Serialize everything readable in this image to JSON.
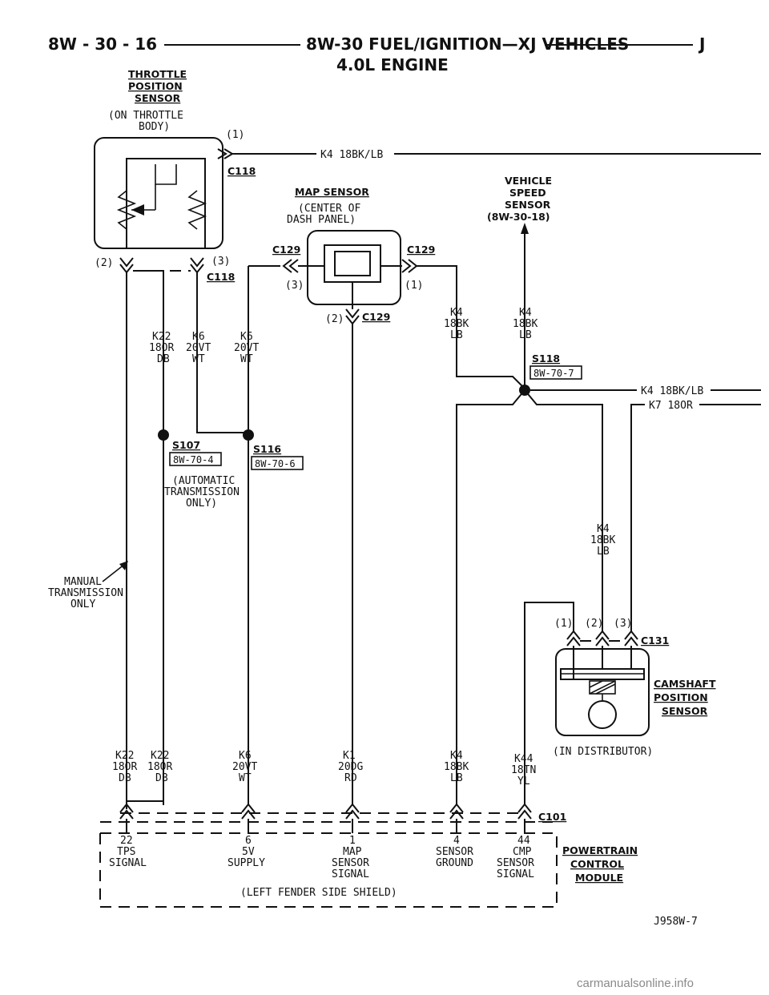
{
  "header": {
    "page_code": "8W - 30 - 16",
    "title": "8W-30 FUEL/IGNITION—XJ VEHICLES",
    "subtitle": "4.0L ENGINE",
    "letter": "J"
  },
  "components": {
    "tps": {
      "name": [
        "THROTTLE",
        "POSITION",
        "SENSOR"
      ],
      "note": [
        "(ON THROTTLE",
        "BODY)"
      ]
    },
    "map": {
      "name": "MAP SENSOR",
      "note": [
        "(CENTER OF",
        "DASH PANEL)"
      ]
    },
    "vss": {
      "name": [
        "VEHICLE",
        "SPEED",
        "SENSOR",
        "(8W-30-18)"
      ]
    },
    "cmp": {
      "name": [
        "CAMSHAFT",
        "POSITION",
        "SENSOR"
      ],
      "note": "(IN DISTRIBUTOR)"
    },
    "pcm": {
      "name": [
        "POWERTRAIN",
        "CONTROL",
        "MODULE"
      ],
      "note": "(LEFT FENDER SIDE SHIELD)"
    }
  },
  "connectors": {
    "c118": "C118",
    "c129": "C129",
    "c131": "C131",
    "c101": "C101",
    "pins": {
      "p1": "(1)",
      "p2": "(2)",
      "p3": "(3)"
    }
  },
  "splices": {
    "s107": {
      "name": "S107",
      "ref": "8W-70-4"
    },
    "s116": {
      "name": "S116",
      "ref": "8W-70-6"
    },
    "s118": {
      "name": "S118",
      "ref": "8W-70-7"
    }
  },
  "notes": {
    "auto_trans": [
      "(AUTOMATIC",
      "TRANSMISSION",
      "ONLY)"
    ],
    "manual_trans": [
      "MANUAL",
      "TRANSMISSION",
      "ONLY"
    ]
  },
  "wires": {
    "k4_top": "K4 18BK/LB",
    "k4_right": "K4 18BK/LB",
    "k7_right": "K7 18OR",
    "k22_a": [
      "K22",
      "18OR",
      "DB"
    ],
    "k6_a": [
      "K6",
      "20VT",
      "WT"
    ],
    "k6_b": [
      "K6",
      "20VT",
      "WT"
    ],
    "k4_map": [
      "K4",
      "18BK",
      "LB"
    ],
    "k4_vss": [
      "K4",
      "18BK",
      "LB"
    ],
    "k4_cmp": [
      "K4",
      "18BK",
      "LB"
    ],
    "bottom": [
      [
        "K22",
        "18OR",
        "DB"
      ],
      [
        "K22",
        "18OR",
        "DB"
      ],
      [
        "K6",
        "20VT",
        "WT"
      ],
      [
        "K1",
        "20DG",
        "RD"
      ],
      [
        "K4",
        "18BK",
        "LB"
      ],
      [
        "K44",
        "18TN",
        "YL"
      ]
    ]
  },
  "pcm_pins": [
    {
      "num": "22",
      "lines": [
        "TPS",
        "SIGNAL"
      ]
    },
    {
      "num": "6",
      "lines": [
        "5V",
        "SUPPLY"
      ]
    },
    {
      "num": "1",
      "lines": [
        "MAP",
        "SENSOR",
        "SIGNAL"
      ]
    },
    {
      "num": "4",
      "lines": [
        "SENSOR",
        "GROUND"
      ]
    },
    {
      "num": "44",
      "lines": [
        "CMP",
        "SENSOR",
        "SIGNAL"
      ]
    }
  ],
  "figure_id": "J958W-7",
  "watermark": "carmanualsonline.info"
}
